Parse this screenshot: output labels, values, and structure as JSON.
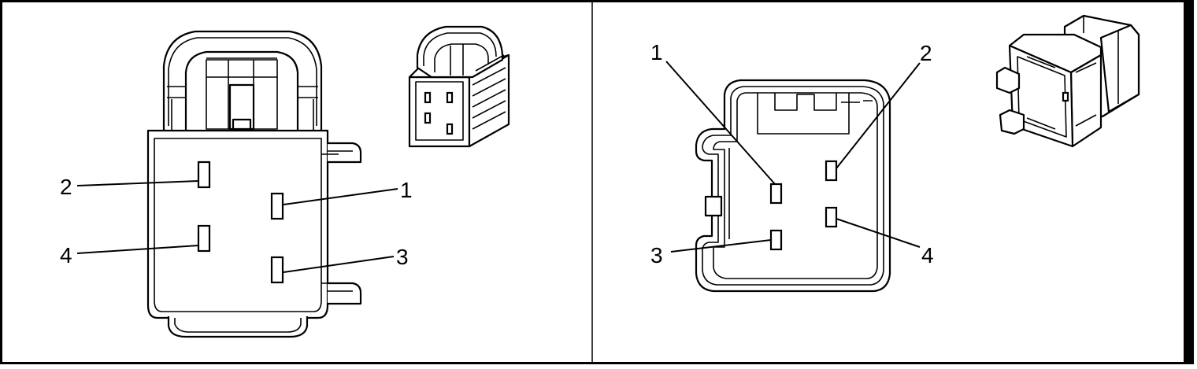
{
  "panels": [
    {
      "id": "left",
      "callouts": [
        {
          "label": "1"
        },
        {
          "label": "2"
        },
        {
          "label": "3"
        },
        {
          "label": "4"
        }
      ]
    },
    {
      "id": "right",
      "callouts": [
        {
          "label": "1"
        },
        {
          "label": "2"
        },
        {
          "label": "3"
        },
        {
          "label": "4"
        }
      ]
    }
  ]
}
